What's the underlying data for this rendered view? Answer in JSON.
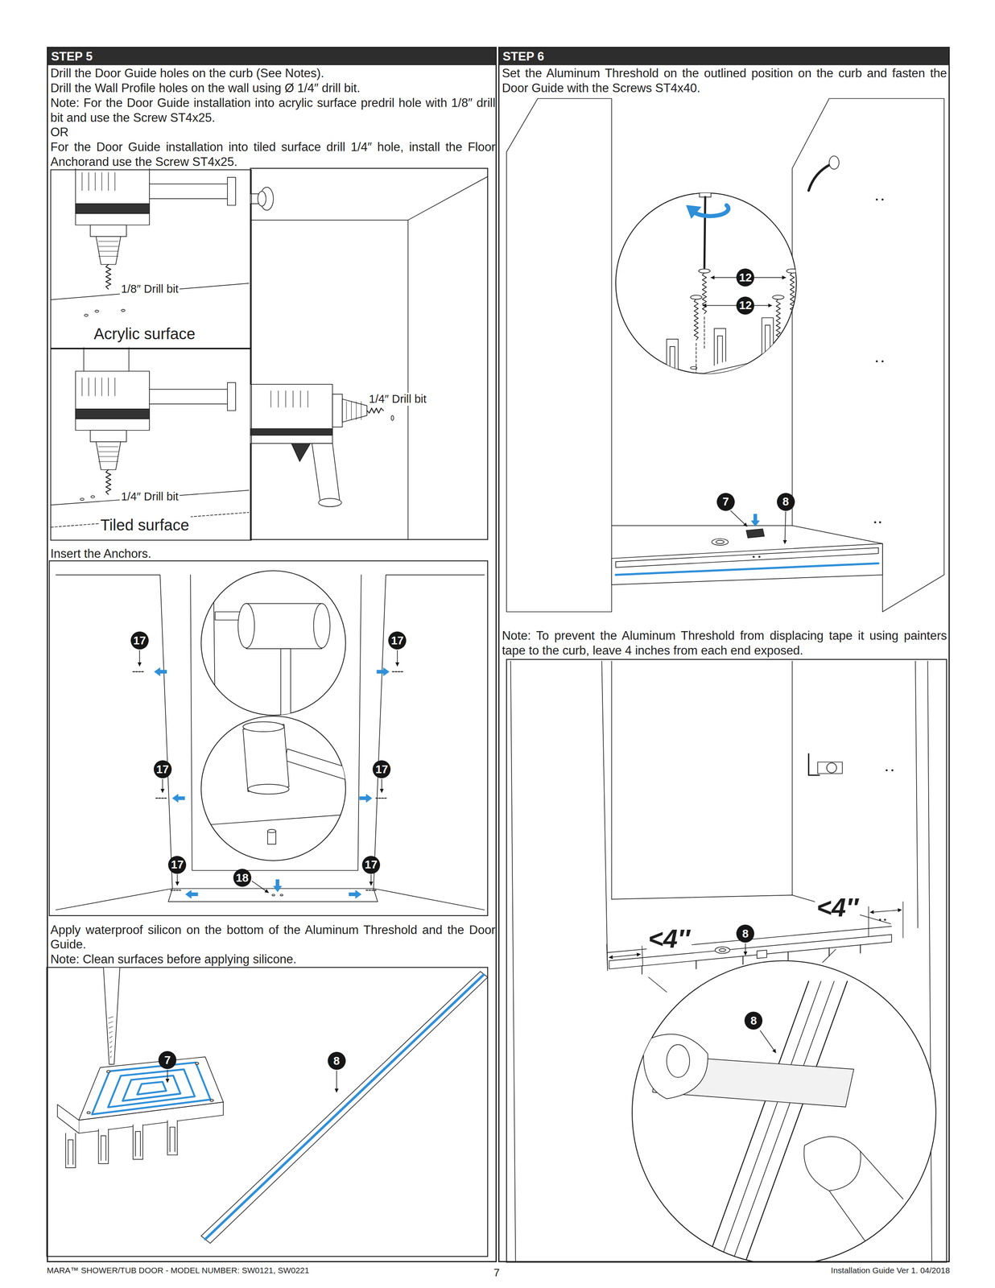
{
  "diagram": {
    "nodes": [
      {
        "text": [
          "Drill the Door Guide holes on the curb (See Notes).",
          "Drill the Wall Profile holes on the wall using Ø 1/4″ drill bit.",
          "Note: For the Door Guide installation into acrylic surface predril hole with 1/8″ drill bit and use the Screw ST4x25.",
          "OR",
          "For the Door Guide installation into tiled surface drill 1/4″ hole, install the Floor Anchorand use the Screw ST4x25.",
          "Insert the Anchors.",
          "Apply waterproof silicon on the bottom of the Aluminum Threshold and the Door Guide.",
          "Note: Clean surfaces before applying silicone."
        ]
      },
      {
        "text": [
          "STEP 5"
        ],
        "in": 0
      },
      {
        "text": [
          "Acrylic surface"
        ],
        "in": 0
      },
      {
        "text": [
          "Tiled surface"
        ],
        "in": 0
      },
      {
        "text": [
          "Set the Aluminum Threshold on the outlined position on the curb and fasten the Door Guide with the Screws ST4x40.",
          "Note: To prevent the Aluminum Threshold from displacing tape it using painters tape to the curb, leave 4 inches from each end exposed."
        ]
      },
      {
        "text": [
          "STEP 6"
        ],
        "in": 4
      }
    ],
    "labels": [
      "1/8″ Drill bit",
      "1/4″ Drill bit",
      "1/4″ Drill bit",
      "17",
      "17",
      "17",
      "17",
      "17",
      "17",
      "18",
      "7",
      "8",
      "12",
      "12",
      "7",
      "8",
      "<4″",
      "8",
      "<4″",
      "8",
      "MARA™ SHOWER/TUB DOOR - MODEL NUMBER: SW0121, SW0221",
      "7",
      "Installation Guide Ver 1. 04/2018"
    ]
  }
}
